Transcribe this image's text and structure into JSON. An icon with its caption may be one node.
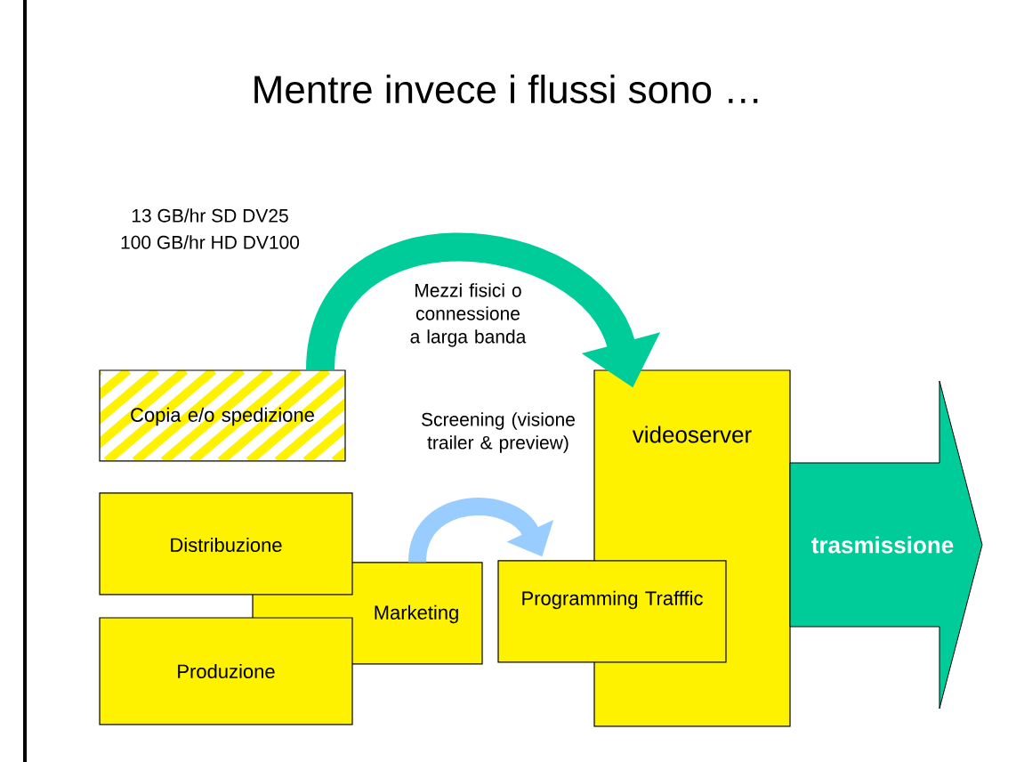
{
  "diagram": {
    "title": "Mentre invece i flussi sono …",
    "nodes": [
      {
        "text": [
          "Copia e/o spedizione"
        ]
      },
      {
        "text": [
          "videoserver"
        ]
      },
      {
        "text": [
          "Distribuzione"
        ]
      },
      {
        "text": [
          "Marketing"
        ]
      },
      {
        "text": [
          "Produzione"
        ]
      },
      {
        "text": [
          "Programming Trafffic"
        ]
      },
      {
        "text": [
          "trasmissione"
        ]
      }
    ],
    "edges": [
      {
        "from": 0,
        "to": 1,
        "arrow": "to",
        "label": "Mezzi fisici o connessione a larga banda",
        "color": "#00cc99"
      },
      {
        "from": 3,
        "to": 5,
        "arrow": "to",
        "label": "Screening (visione trailer & preview)",
        "color": "#99ccff"
      }
    ],
    "labels": [
      "13 GB/hr SD DV25",
      "100 GB/hr HD DV100"
    ]
  }
}
